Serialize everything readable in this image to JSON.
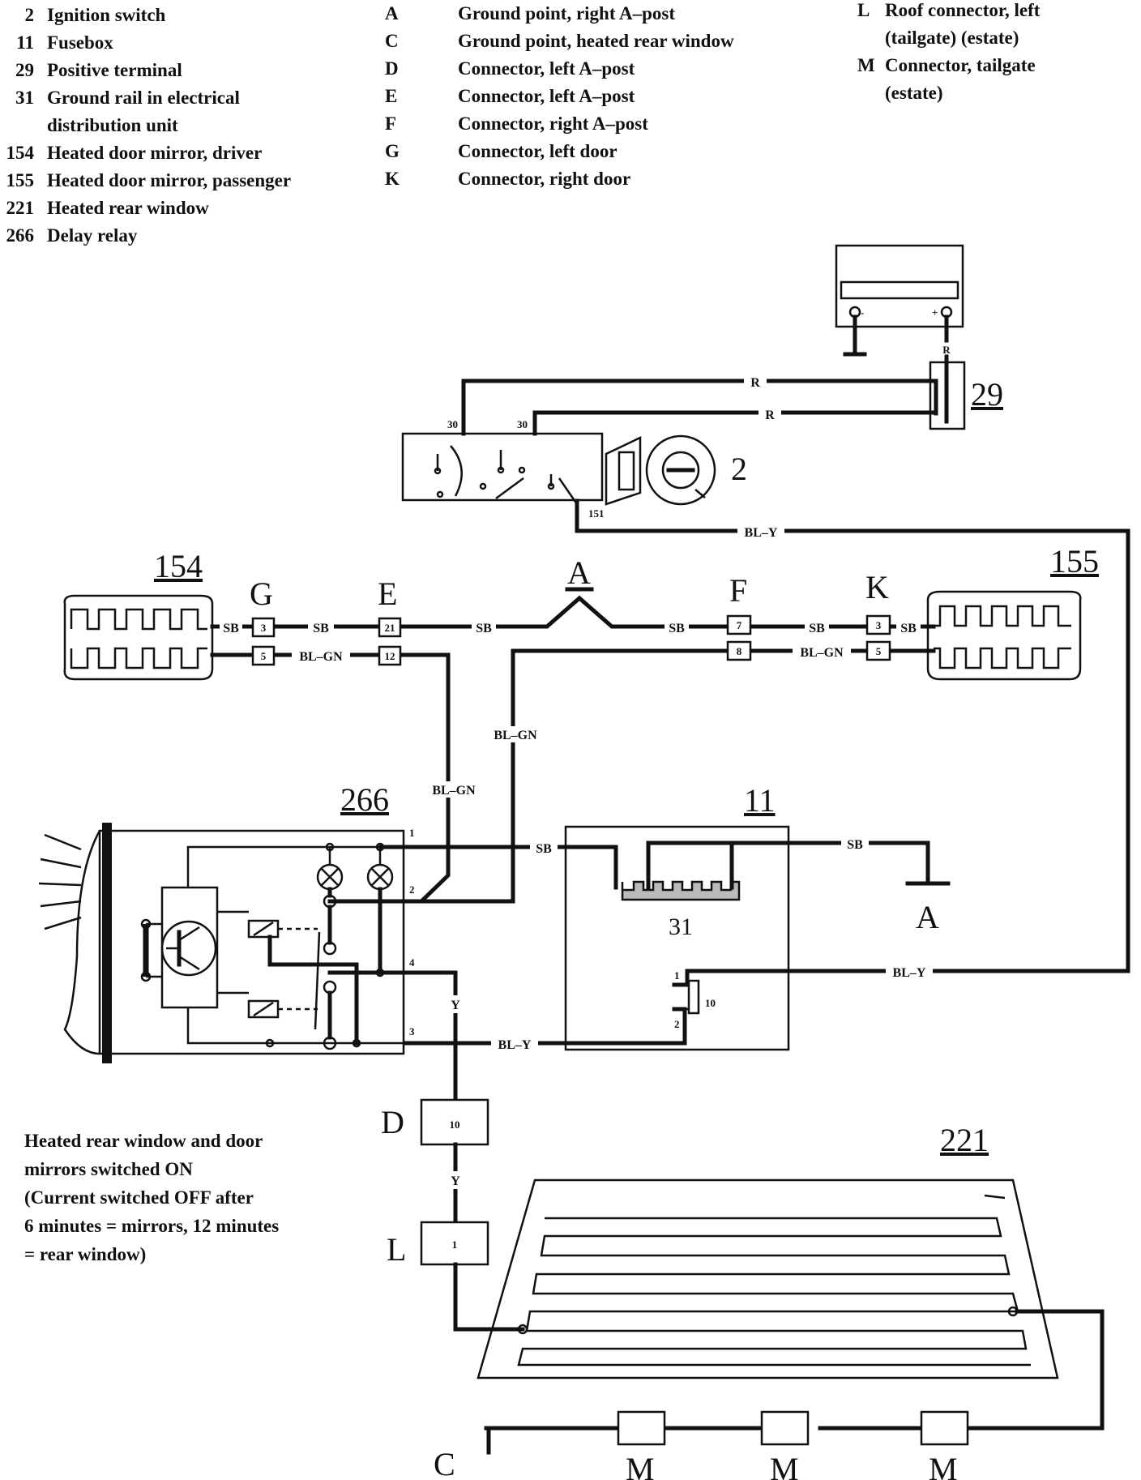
{
  "legend": {
    "col1": [
      {
        "key": "2",
        "text": "Ignition switch"
      },
      {
        "key": "11",
        "text": "Fusebox"
      },
      {
        "key": "29",
        "text": "Positive terminal"
      },
      {
        "key": "31",
        "text": "Ground rail in electrical"
      },
      {
        "key": "",
        "text": "distribution unit"
      },
      {
        "key": "154",
        "text": "Heated door mirror, driver"
      },
      {
        "key": "155",
        "text": "Heated door mirror, passenger"
      },
      {
        "key": "221",
        "text": "Heated rear window"
      },
      {
        "key": "266",
        "text": "Delay relay"
      }
    ],
    "col2": [
      {
        "key": "A",
        "text": "Ground point, right A–post"
      },
      {
        "key": "C",
        "text": "Ground point, heated rear window"
      },
      {
        "key": "D",
        "text": "Connector, left A–post"
      },
      {
        "key": "E",
        "text": "Connector, left A–post"
      },
      {
        "key": "F",
        "text": "Connector, right A–post"
      },
      {
        "key": "G",
        "text": "Connector, left door"
      },
      {
        "key": "K",
        "text": "Connector, right door"
      }
    ],
    "col3": [
      {
        "key": "L",
        "text": "Roof connector, left"
      },
      {
        "key": "",
        "text": "(tailgate) (estate)"
      },
      {
        "key": "M",
        "text": "Connector, tailgate"
      },
      {
        "key": "",
        "text": "(estate)"
      }
    ]
  },
  "note": [
    "Heated rear window and door",
    "mirrors switched ON",
    "(Current switched OFF after",
    "6 minutes = mirrors, 12 minutes",
    "= rear window)"
  ],
  "components": {
    "c2": "2",
    "c29": "29",
    "c154": "154",
    "c155": "155",
    "c266": "266",
    "c11": "11",
    "c31": "31",
    "c221": "221"
  },
  "connectors": {
    "A_top": "A",
    "A_right": "A",
    "C": "C",
    "D": "D",
    "E": "E",
    "F": "F",
    "G": "G",
    "K": "K",
    "L": "L",
    "M1": "M",
    "M2": "M",
    "M3": "M"
  },
  "wires": {
    "R1": "R",
    "R2": "R",
    "R3": "R",
    "BLY_top": "BL–Y",
    "SB_g": "SB",
    "SB_ge": "SB",
    "BLGN_ge": "BL–GN",
    "SB_ea": "SB",
    "SB_af": "SB",
    "BLGN_v1": "BL–GN",
    "BLGN_v2": "BL–GN",
    "SB_fk": "SB",
    "BLGN_fk": "BL–GN",
    "SB_k": "SB",
    "SB_266": "SB",
    "SB_ground": "SB",
    "BLY_11": "BL–Y",
    "BLY_right": "BL–Y",
    "Y1": "Y",
    "Y2": "Y"
  },
  "pins": {
    "p30a": "30",
    "p30b": "30",
    "p151": "151",
    "g3": "3",
    "g5": "5",
    "e21": "21",
    "e12": "12",
    "f7": "7",
    "f8": "8",
    "k3": "3",
    "k5": "5",
    "r1": "1",
    "r2": "2",
    "r3": "3",
    "r4": "4",
    "f1": "1",
    "f2": "2",
    "fuse10": "10",
    "d10": "10",
    "l1": "1",
    "bminus": "-",
    "bplus": "+"
  }
}
